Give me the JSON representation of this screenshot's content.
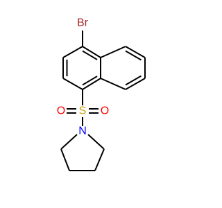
{
  "molecule": {
    "atoms": {
      "bromine": {
        "label": "Br",
        "color": "#a52a2a"
      },
      "sulfur": {
        "label": "S",
        "color": "#c9a400"
      },
      "oxygen_left": {
        "label": "O",
        "color": "#ff0000"
      },
      "oxygen_right": {
        "label": "O",
        "color": "#ff0000"
      },
      "nitrogen": {
        "label": "N",
        "color": "#0000ff"
      }
    },
    "bond_color": "#000000"
  }
}
